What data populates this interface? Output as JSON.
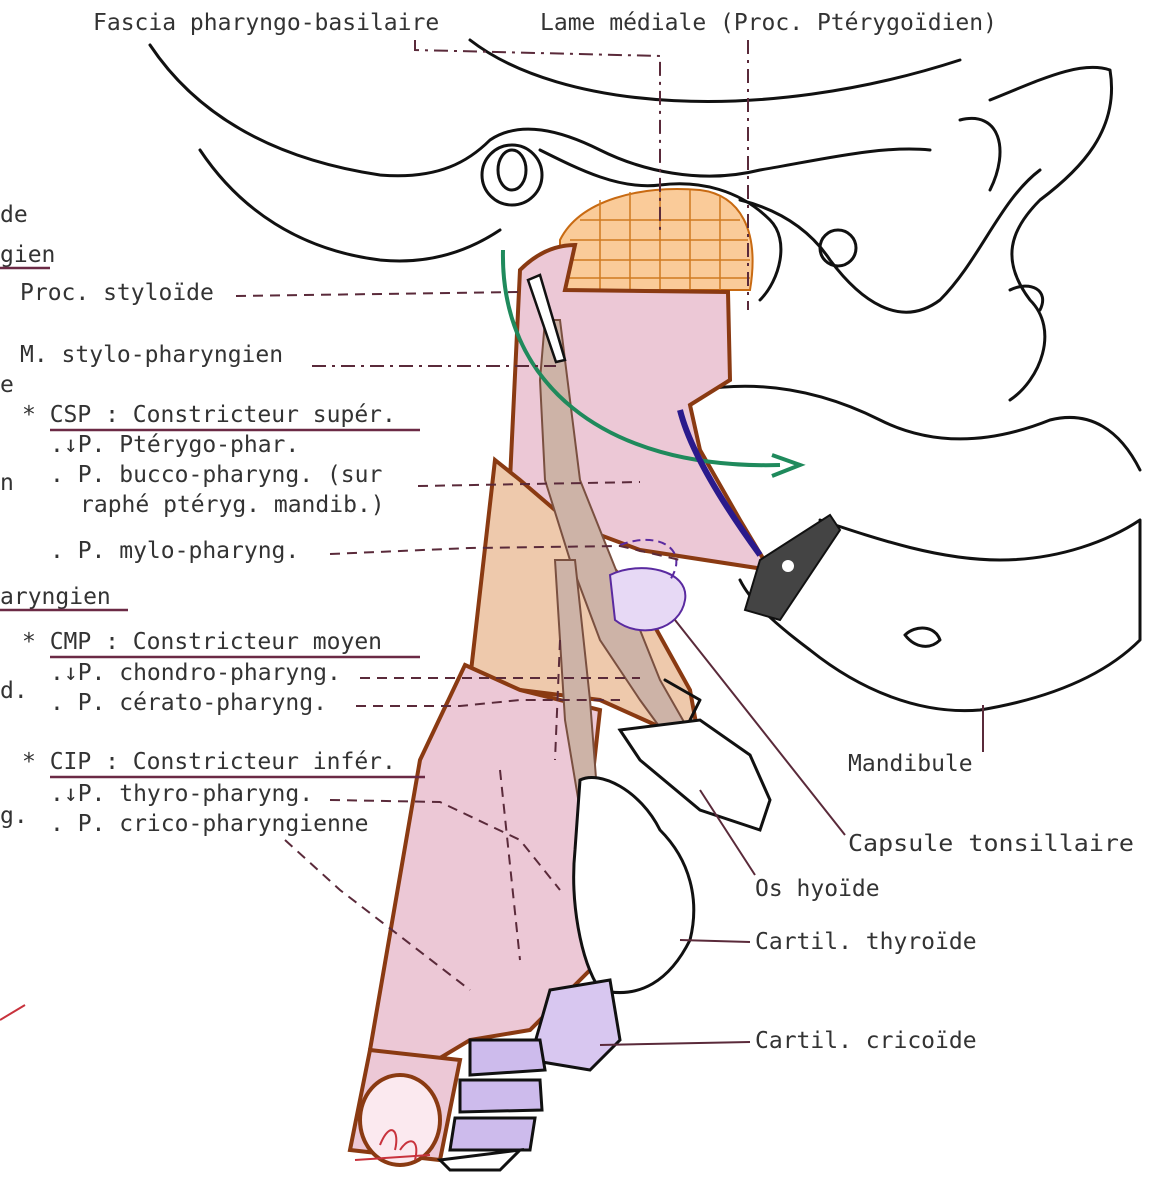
{
  "labels": {
    "fascia": "Fascia pharyngo-basilaire",
    "lame": "Lame médiale (Proc. Ptérygoïdien)",
    "frag_de": "de",
    "frag_gien": "gien",
    "proc_styloide": "Proc. styloïde",
    "stylo_pharyngien": "M. stylo-pharyngien",
    "frag_e": "e",
    "csp": "* CSP : Constricteur supér.",
    "ptergo": ".↓P. Ptérygo-phar.",
    "bucco_1": ". P. bucco-pharyng. (sur",
    "bucco_2": "raphé ptéryg. mandib.)",
    "frag_n": "n",
    "mylo": ". P.  mylo-pharyng.",
    "frag_aryngien": "aryngien",
    "cmp": "* CMP : Constricteur moyen",
    "chondro": ".↓P. chondro-pharyng.",
    "frag_d": "d.",
    "cerato": ". P. cérato-pharyng.",
    "cip": "* CIP : Constricteur infér.",
    "thyro": ".↓P. thyro-pharyng.",
    "frag_g": "g.",
    "crico_phar": ". P. crico-pharyngienne",
    "mandibule": "Mandibule",
    "capsule": "Capsule tonsillaire",
    "os_hyoide": "Os hyoïde",
    "thyroide": "Cartil. thyroïde",
    "cricoide": "Cartil. cricoïde"
  },
  "colors": {
    "muscle_pink": "#ecc8d6",
    "muscle_outline": "#8a3a12",
    "middle_constrictor": "#eec9ac",
    "stylopharyngeus": "#cdb3a7",
    "fascia_orange": "#f5a046",
    "green_arrow": "#1f8a5c",
    "raphe_blue": "#2a1a8c",
    "cartilage_purple": "#a98ad8",
    "label_text": "#333333",
    "leader": "#5a2a3a"
  }
}
